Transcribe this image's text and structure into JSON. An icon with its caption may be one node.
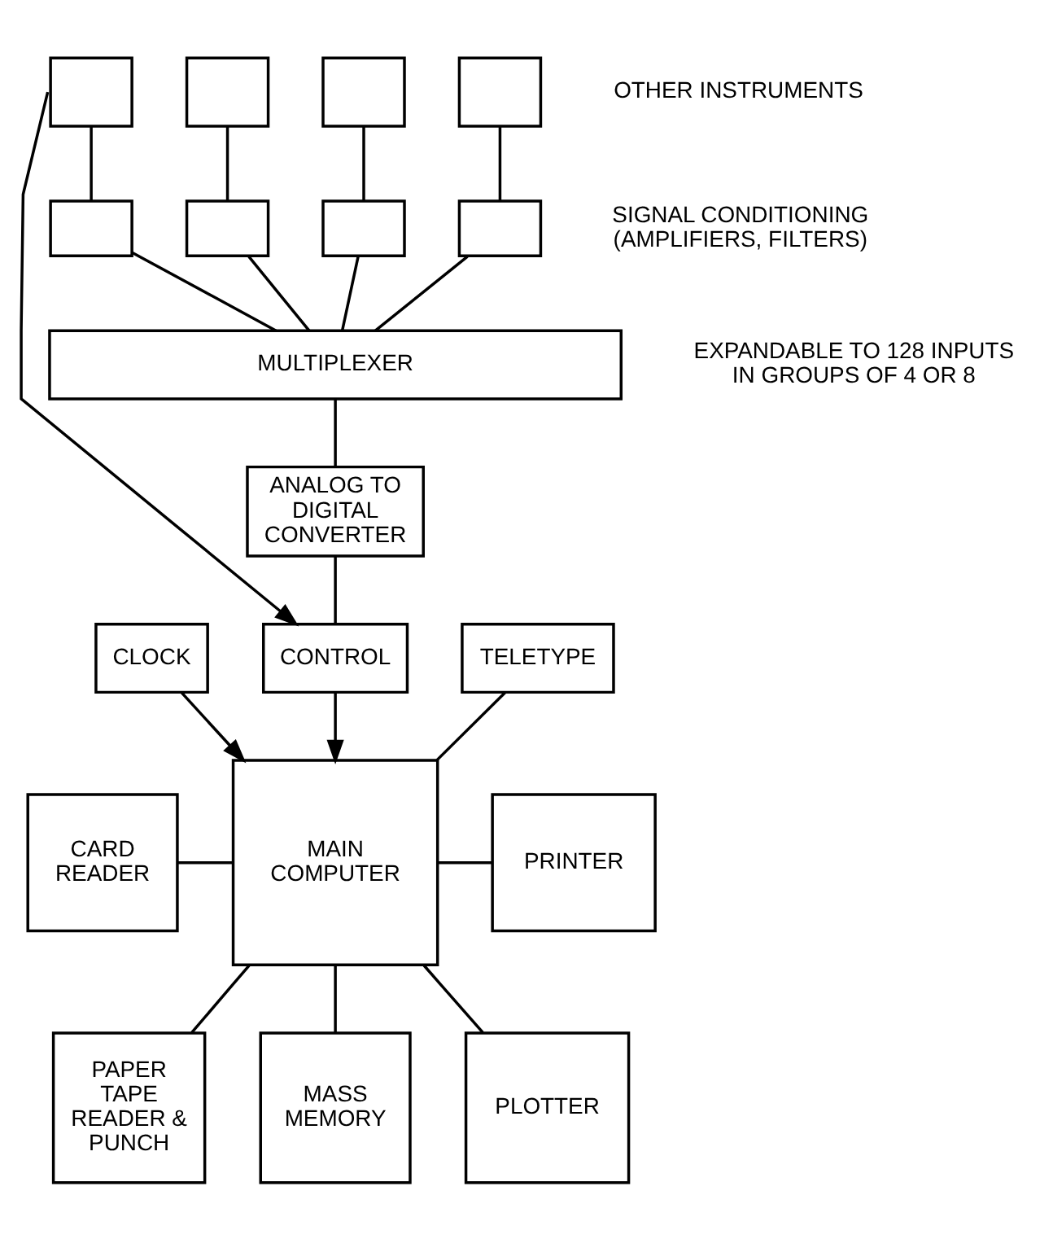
{
  "diagram": {
    "nodes": [
      {
        "text": [],
        "shape": "box"
      },
      {
        "text": [],
        "shape": "box"
      },
      {
        "text": [],
        "shape": "box"
      },
      {
        "text": [],
        "shape": "box"
      },
      {
        "text": [],
        "shape": "box"
      },
      {
        "text": [],
        "shape": "box"
      },
      {
        "text": [],
        "shape": "box"
      },
      {
        "text": [],
        "shape": "box"
      },
      {
        "text": [
          "MULTIPLEXER"
        ]
      },
      {
        "text": [
          "ANALOG TO DIGITAL CONVERTER"
        ]
      },
      {
        "text": [
          "CLOCK"
        ]
      },
      {
        "text": [
          "CONTROL"
        ]
      },
      {
        "text": [
          "TELETYPE"
        ]
      },
      {
        "text": [
          "CARD READER"
        ]
      },
      {
        "text": [
          "MAIN COMPUTER"
        ]
      },
      {
        "text": [
          "PRINTER"
        ]
      },
      {
        "text": [
          "PAPER TAPE READER & PUNCH"
        ]
      },
      {
        "text": [
          "MASS MEMORY"
        ]
      },
      {
        "text": [
          "PLOTTER"
        ]
      }
    ],
    "edges": [
      {
        "from": 0,
        "to": 4,
        "arrow": "none"
      },
      {
        "from": 1,
        "to": 5,
        "arrow": "none"
      },
      {
        "from": 2,
        "to": 6,
        "arrow": "none"
      },
      {
        "from": 3,
        "to": 7,
        "arrow": "none"
      },
      {
        "from": 4,
        "to": 8,
        "arrow": "none"
      },
      {
        "from": 5,
        "to": 8,
        "arrow": "none"
      },
      {
        "from": 6,
        "to": 8,
        "arrow": "none"
      },
      {
        "from": 7,
        "to": 8,
        "arrow": "none"
      },
      {
        "from": 8,
        "to": 9,
        "arrow": "none"
      },
      {
        "from": 9,
        "to": 11,
        "arrow": "none"
      },
      {
        "from": 0,
        "to": 11,
        "arrow": "to"
      },
      {
        "from": 10,
        "to": 14,
        "arrow": "to"
      },
      {
        "from": 11,
        "to": 14,
        "arrow": "to"
      },
      {
        "from": 12,
        "to": 14,
        "arrow": "none"
      },
      {
        "from": 13,
        "to": 14,
        "arrow": "none"
      },
      {
        "from": 14,
        "to": 15,
        "arrow": "none"
      },
      {
        "from": 14,
        "to": 16,
        "arrow": "none"
      },
      {
        "from": 14,
        "to": 17,
        "arrow": "none"
      },
      {
        "from": 14,
        "to": 18,
        "arrow": "none"
      }
    ],
    "labels": [
      "OTHER INSTRUMENTS",
      "SIGNAL CONDITIONING (AMPLIFIERS, FILTERS)",
      "EXPANDABLE TO 128 INPUTS IN GROUPS OF 4 OR 8"
    ]
  }
}
